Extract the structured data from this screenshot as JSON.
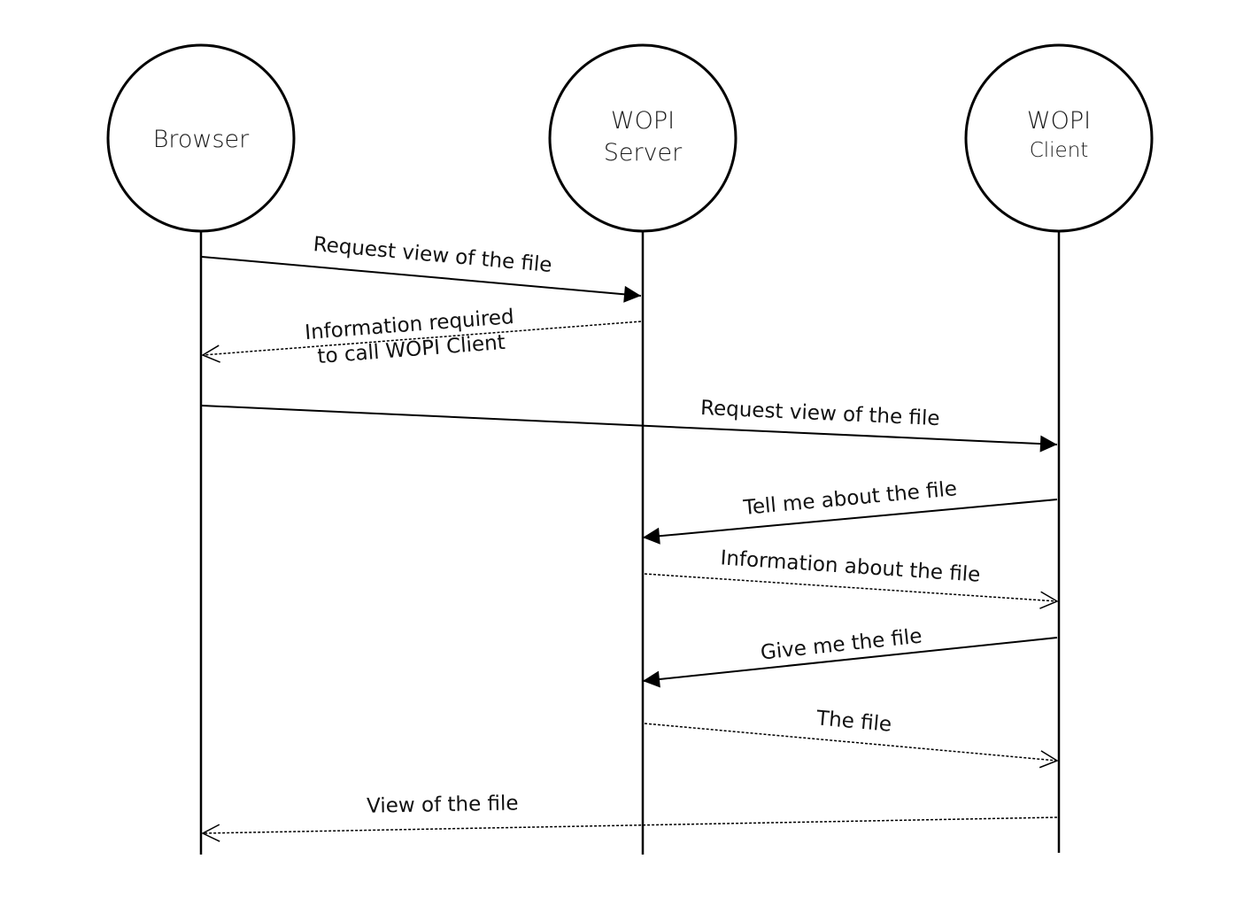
{
  "actors": [
    {
      "id": "browser",
      "lines": [
        "Browser"
      ]
    },
    {
      "id": "wopi-server",
      "lines": [
        "WOPI",
        "Server"
      ]
    },
    {
      "id": "wopi-client",
      "lines": [
        "WOPI",
        "Client"
      ]
    }
  ],
  "messages": [
    {
      "from": "browser",
      "to": "wopi-server",
      "style": "solid",
      "label": [
        "Request view of the file"
      ]
    },
    {
      "from": "wopi-server",
      "to": "browser",
      "style": "dashed",
      "label": [
        "Information required",
        "to call WOPI Client"
      ]
    },
    {
      "from": "browser",
      "to": "wopi-client",
      "style": "solid",
      "label": [
        "Request view of the file"
      ]
    },
    {
      "from": "wopi-client",
      "to": "wopi-server",
      "style": "solid",
      "label": [
        "Tell me about the file"
      ]
    },
    {
      "from": "wopi-server",
      "to": "wopi-client",
      "style": "dashed",
      "label": [
        "Information about the file"
      ]
    },
    {
      "from": "wopi-client",
      "to": "wopi-server",
      "style": "solid",
      "label": [
        "Give me the file"
      ]
    },
    {
      "from": "wopi-server",
      "to": "wopi-client",
      "style": "dashed",
      "label": [
        "The file"
      ]
    },
    {
      "from": "wopi-client",
      "to": "browser",
      "style": "dashed",
      "label": [
        "View of the file"
      ]
    }
  ]
}
